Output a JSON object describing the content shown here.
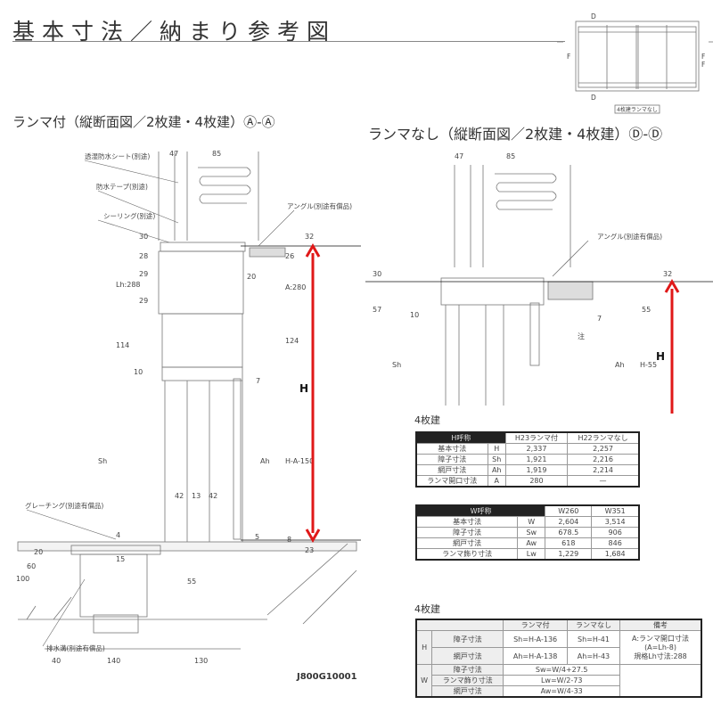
{
  "header": {
    "title": "基本寸法／納まり参考図"
  },
  "key_plan": {
    "marks": [
      "D",
      "D",
      "F",
      "F",
      "F"
    ],
    "caption": "4枚建ランマなし"
  },
  "left_drawing": {
    "subtitle": "ランマ付（縦断面図／2枚建・4枚建）Ⓐ-Ⓐ",
    "notes": [
      "透湿防水シート(別途)",
      "防水テープ(別途)",
      "シーリング(別途)",
      "アングル(別途有償品)",
      "グレーチング(別途有償品)",
      "排水溝(別途有償品)"
    ],
    "dims": [
      "47",
      "85",
      "30",
      "32",
      "28",
      "26",
      "Lh:288",
      "29",
      "29",
      "20",
      "A:280",
      "114",
      "124",
      "10",
      "7",
      "Sh",
      "Ah",
      "H-A-150",
      "H",
      "42",
      "13",
      "42",
      "4",
      "5",
      "8",
      "23",
      "20",
      "60",
      "100",
      "15",
      "55",
      "40",
      "140",
      "130"
    ],
    "code": "J800G10001"
  },
  "right_drawing": {
    "subtitle": "ランマなし（縦断面図／2枚建・4枚建）Ⓓ-Ⓓ",
    "notes": [
      "アングル(別途有償品)"
    ],
    "dims": [
      "47",
      "85",
      "30",
      "32",
      "57",
      "10",
      "55",
      "7",
      "注",
      "Sh",
      "Ah",
      "H-55",
      "H"
    ]
  },
  "table_h": {
    "section": "4枚建",
    "headers": [
      "H呼称",
      "H23ランマ付",
      "H22ランマなし"
    ],
    "rows": [
      [
        "基本寸法",
        "H",
        "2,337",
        "2,257"
      ],
      [
        "障子寸法",
        "Sh",
        "1,921",
        "2,216"
      ],
      [
        "網戸寸法",
        "Ah",
        "1,919",
        "2,214"
      ],
      [
        "ランマ開口寸法",
        "A",
        "280",
        "—"
      ]
    ]
  },
  "table_w": {
    "headers": [
      "W呼称",
      "W260",
      "W351"
    ],
    "rows": [
      [
        "基本寸法",
        "W",
        "2,604",
        "3,514"
      ],
      [
        "障子寸法",
        "Sw",
        "678.5",
        "906"
      ],
      [
        "網戸寸法",
        "Aw",
        "618",
        "846"
      ],
      [
        "ランマ飾り寸法",
        "Lw",
        "1,229",
        "1,684"
      ]
    ]
  },
  "table_formula": {
    "section": "4枚建",
    "headers": [
      "ランマ付",
      "ランマなし",
      "備考"
    ],
    "h_group": "H",
    "w_group": "W",
    "h_rows": [
      [
        "障子寸法",
        "Sh=H-A-136",
        "Sh=H-41"
      ],
      [
        "網戸寸法",
        "Ah=H-A-138",
        "Ah=H-43"
      ]
    ],
    "remarks": [
      "A:ランマ開口寸法",
      "(A=Lh-8)",
      "規格Lh寸法:288"
    ],
    "w_rows": [
      [
        "障子寸法",
        "Sw=W/4+27.5"
      ],
      [
        "ランマ飾り寸法",
        "Lw=W/2-73"
      ],
      [
        "網戸寸法",
        "Aw=W/4-33"
      ]
    ]
  },
  "colors": {
    "arrow": "#e01818",
    "line": "#555",
    "table_header": "#222"
  }
}
